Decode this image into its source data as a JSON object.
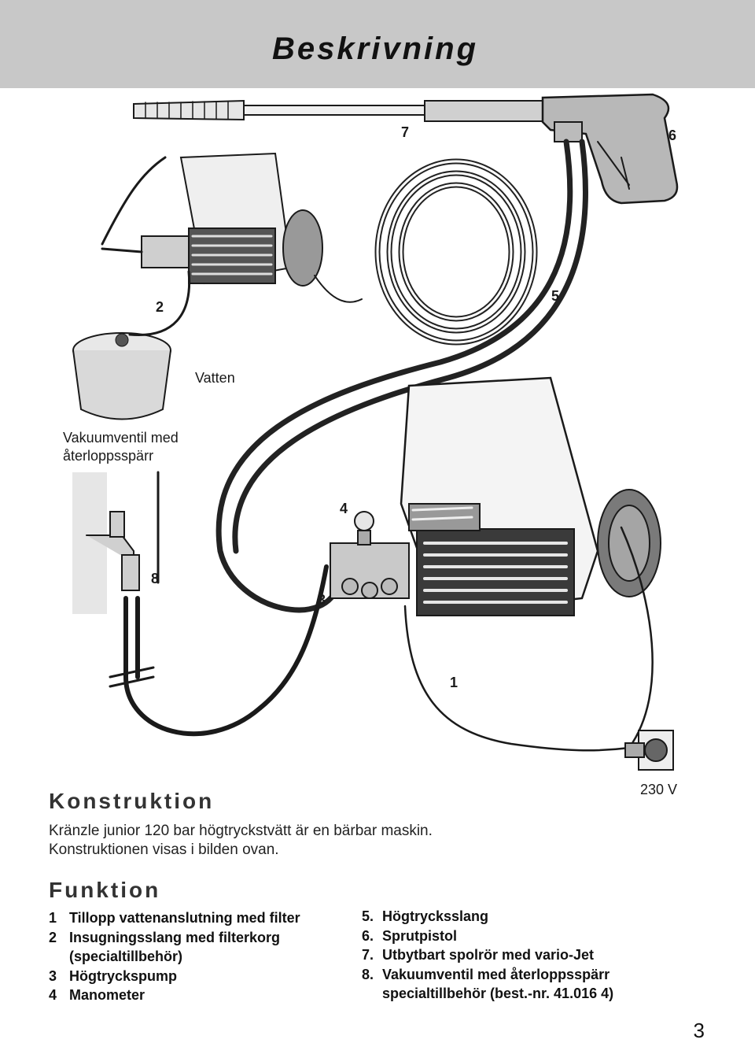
{
  "header": {
    "title": "Beskrivning"
  },
  "illustration": {
    "labels": {
      "n7": "7",
      "n6": "6",
      "n2": "2",
      "n5": "5",
      "n4": "4",
      "n8": "8",
      "n3": "3",
      "n1": "1",
      "water": "Vatten",
      "valve_line1": "Vakuumventil med",
      "valve_line2": "återloppsspärr",
      "voltage": "230 V"
    }
  },
  "konstruktion": {
    "heading": "Konstruktion",
    "line1": "Kränzle junior 120 bar högtryckstvätt är en bärbar maskin.",
    "line2": "Konstruktionen visas i bilden ovan."
  },
  "funktion": {
    "heading": "Funktion",
    "left_items": [
      {
        "num": "1",
        "text": "Tillopp vattenanslutning med filter"
      },
      {
        "num": "2",
        "text": "Insugningsslang med filterkorg"
      },
      {
        "num": "",
        "text": "(specialtillbehör)"
      },
      {
        "num": "3",
        "text": "Högtryckspump"
      },
      {
        "num": "4",
        "text": "Manometer"
      }
    ],
    "right_items": [
      {
        "num": "5.",
        "text": "Högtrycksslang"
      },
      {
        "num": "6.",
        "text": "Sprutpistol"
      },
      {
        "num": "7.",
        "text": "Utbytbart spolrör med vario-Jet"
      },
      {
        "num": "8.",
        "text": "Vakuumventil med återloppsspärr"
      },
      {
        "num": "",
        "text": "specialtillbehör (best.-nr. 41.016 4)"
      }
    ]
  },
  "page_number": "3"
}
